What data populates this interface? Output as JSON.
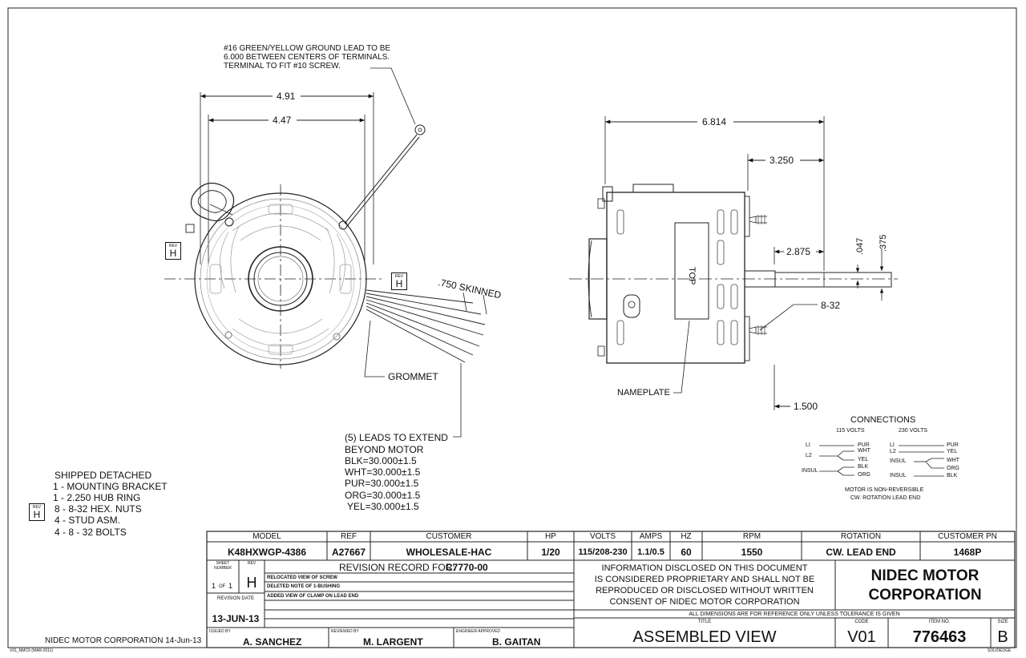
{
  "notes": {
    "ground_lead": [
      "#16 GREEN/YELLOW GROUND LEAD TO BE",
      "6.000 BETWEEN CENTERS OF TERMINALS.",
      "TERMINAL TO FIT #10 SCREW."
    ],
    "skinned": ".750 SKINNED",
    "grommet": "GROMMET",
    "leads": [
      "(5) LEADS TO EXTEND",
      "BEYOND MOTOR",
      "BLK=30.000±1.5",
      "WHT=30.000±1.5",
      "PUR=30.000±1.5",
      "ORG=30.000±1.5",
      "YEL=30.000±1.5"
    ],
    "nameplate": "NAMEPLATE",
    "top_label": "TOP",
    "thread": "8-32"
  },
  "dimensions": {
    "d491": "4.91",
    "d447": "4.47",
    "d6814": "6.814",
    "d3250": "3.250",
    "d2875": "2.875",
    "d1500": "1.500",
    "d047": ".047",
    "d375": ".375"
  },
  "rev_marker": {
    "label": "REV",
    "value": "H"
  },
  "shipped": {
    "title": "SHIPPED DETACHED",
    "items": [
      "1 - MOUNTING BRACKET",
      "1 - 2.250 HUB RING",
      "8 - 8-32 HEX. NUTS",
      "4 - STUD ASM.",
      "4 - 8 - 32 BOLTS"
    ]
  },
  "connections": {
    "title": "CONNECTIONS",
    "v115": "115 VOLTS",
    "v230": "230 VOLTS",
    "left_terms": [
      "LI",
      "L2",
      "INSUL"
    ],
    "left_colors": [
      "PUR",
      "WHT",
      "YEL",
      "BLK",
      "ORG"
    ],
    "right_terms": [
      "LI",
      "L2",
      "INSUL",
      "INSUL"
    ],
    "right_colors": [
      "PUR",
      "YEL",
      "WHT",
      "ORG",
      "BLK"
    ],
    "note1": "MOTOR IS NON-REVERSIBLE",
    "note2": "CW. ROTATION LEAD END"
  },
  "footer": {
    "company_date": "NIDEC MOTOR CORPORATION 14-Jun-13",
    "form_code": "V01_NMC6 (MAR-2011)",
    "solid_edge": "SOLIDEDGE"
  },
  "title_block": {
    "headers": {
      "model": "MODEL",
      "ref": "REF",
      "customer": "CUSTOMER",
      "hp": "HP",
      "volts": "VOLTS",
      "amps": "AMPS",
      "hz": "HZ",
      "rpm": "RPM",
      "rotation": "ROTATION",
      "customer_pn": "CUSTOMER PN"
    },
    "values": {
      "model": "K48HXWGP-4386",
      "ref": "A27667",
      "customer": "WHOLESALE-HAC",
      "hp": "1/20",
      "volts": "115/208-230",
      "amps": "1.1/0.5",
      "hz": "60",
      "rpm": "1550",
      "rotation": "CW. LEAD END",
      "customer_pn": "1468P"
    },
    "sheet_number_label": [
      "SHEET",
      "NUMBER"
    ],
    "rev_label": "REV",
    "sheet_value": "1",
    "sheet_of": "OF",
    "sheet_total": "1",
    "rev_value": "H",
    "revision_record": "REVISION RECORD FOR:",
    "revision_number": "C7770-00",
    "revision_lines": [
      "RELOCATED VIEW OF SCREW",
      "DELETED NOTE OF 1-BUSHING",
      "ADDED VIEW OF CLAMP ON LEAD END"
    ],
    "revision_date_label": "REVISION DATE",
    "revision_date": "13-JUN-13",
    "issued_by_label": "ISSUED BY",
    "issued_by": "A. SANCHEZ",
    "reviewed_by_label": "REVIEWED BY",
    "reviewed_by": "M. LARGENT",
    "engineer_label": "ENGINEER APPROVED",
    "engineer": "B. GAITAN",
    "info": [
      "INFORMATION DISCLOSED ON THIS DOCUMENT",
      "IS CONSIDERED PROPRIETARY AND SHALL NOT BE",
      "REPRODUCED OR DISCLOSED WITHOUT WRITTEN",
      "CONSENT OF NIDEC MOTOR CORPORATION"
    ],
    "company": [
      "NIDEC MOTOR",
      "CORPORATION"
    ],
    "dims_note": "ALL DIMENSIONS ARE FOR REFERENCE ONLY UNLESS TOLERANCE IS GIVEN",
    "title_label": "TITLE",
    "title": "ASSEMBLED VIEW",
    "code_label": "CODE",
    "code": "V01",
    "item_label": "ITEM NO.",
    "item": "776463",
    "size_label": "SIZE",
    "size": "B"
  }
}
